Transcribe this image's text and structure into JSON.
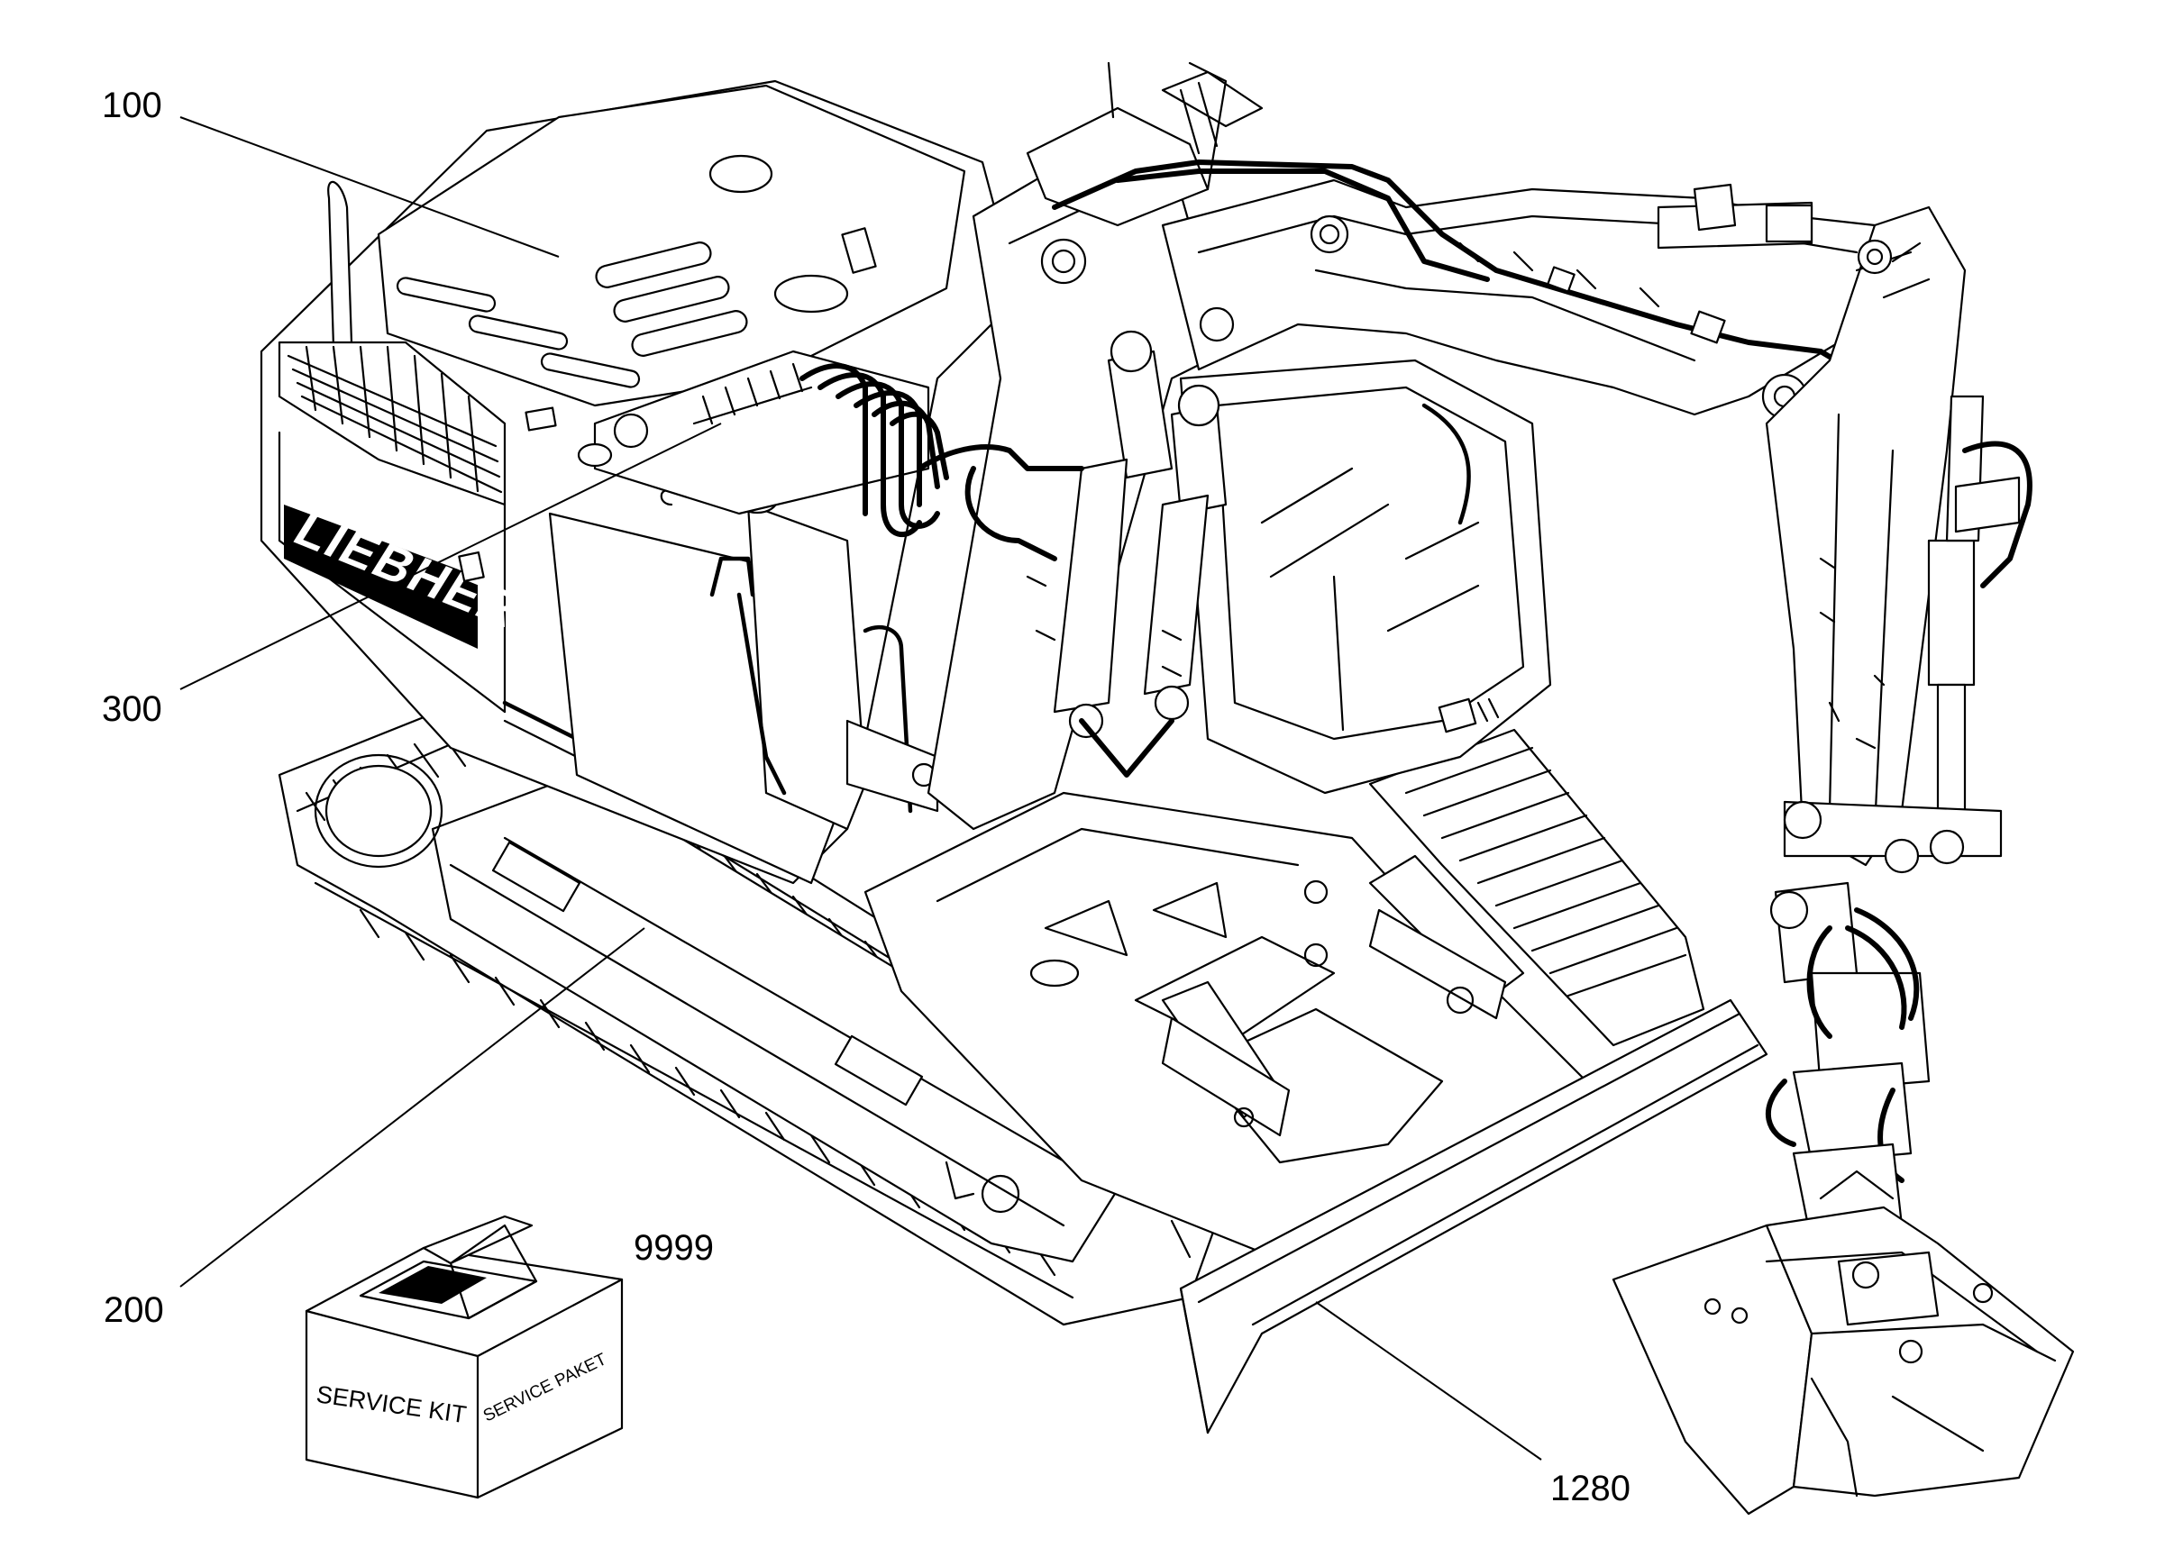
{
  "callouts": [
    {
      "id": "100",
      "label": "100"
    },
    {
      "id": "300",
      "label": "300"
    },
    {
      "id": "200",
      "label": "200"
    },
    {
      "id": "9999",
      "label": "9999"
    },
    {
      "id": "1280",
      "label": "1280"
    }
  ],
  "service_box": {
    "front_label": "SERVICE KIT",
    "side_label": "SERVICE PAKET"
  },
  "brand": {
    "logo_text": "LIEBHERR"
  }
}
